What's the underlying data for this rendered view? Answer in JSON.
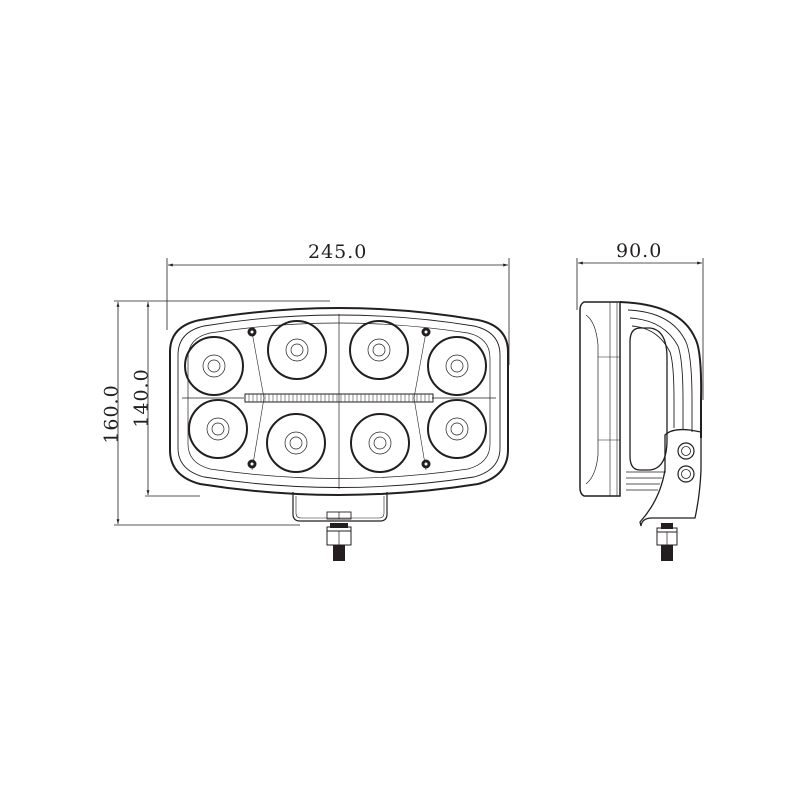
{
  "drawing": {
    "title": "LED work light technical drawing",
    "line_color": "#231f20",
    "views": [
      {
        "name": "front-view",
        "led_count": 8,
        "mounting_screws": 4
      },
      {
        "name": "side-view"
      }
    ]
  },
  "dimensions": {
    "front_width": "245.0",
    "overall_height": "160.0",
    "body_height": "140.0",
    "side_depth": "90.0"
  }
}
